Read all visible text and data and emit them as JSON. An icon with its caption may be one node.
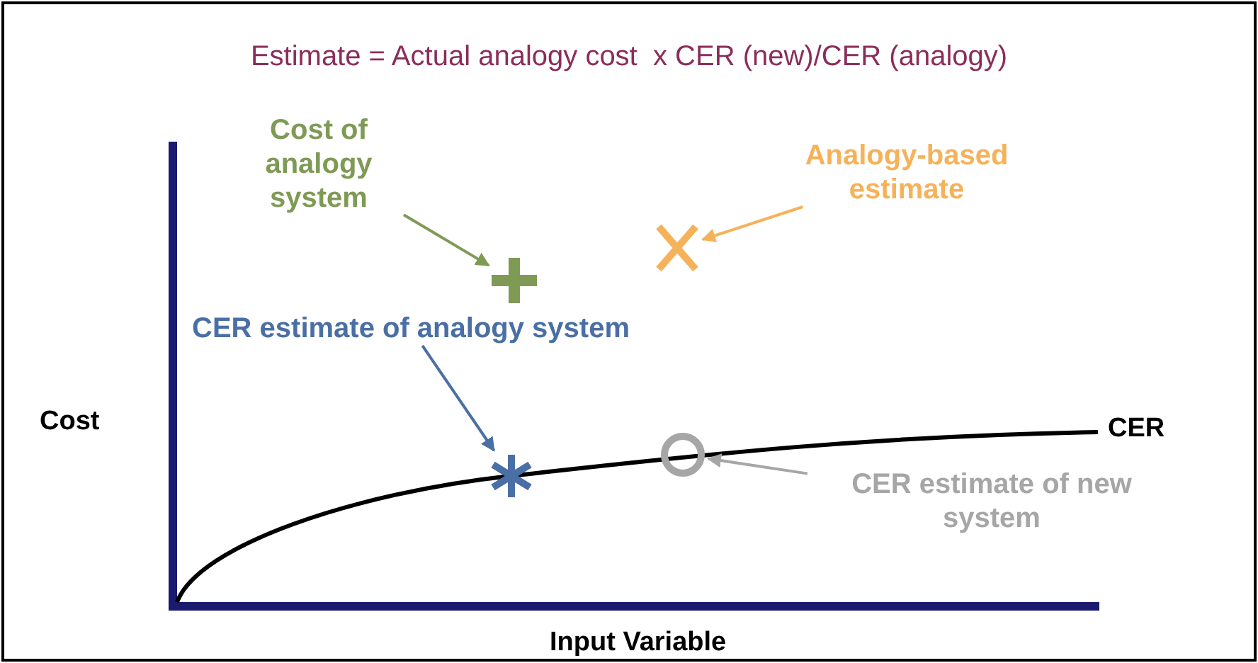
{
  "diagram": {
    "title": "Estimate = Actual analogy cost  x CER (new)/CER (analogy)",
    "nodes": [
      {
        "text": [
          "Cost of analogy system"
        ]
      },
      {
        "text": [],
        "shape": "plus"
      },
      {
        "text": [
          "Analogy-based estimate"
        ]
      },
      {
        "text": [],
        "shape": "cross"
      },
      {
        "text": [
          "CER estimate of analogy system"
        ]
      },
      {
        "text": [],
        "shape": "asterisk"
      },
      {
        "text": [
          "CER estimate of new system"
        ]
      },
      {
        "text": [],
        "shape": "circle"
      }
    ],
    "edges": [
      {
        "from": 0,
        "to": 1,
        "arrow": "to",
        "color": "#7f9a55"
      },
      {
        "from": 2,
        "to": 3,
        "arrow": "to",
        "color": "#f5b25a"
      },
      {
        "from": 4,
        "to": 5,
        "arrow": "to",
        "color": "#4a6fa5"
      },
      {
        "from": 6,
        "to": 7,
        "arrow": "to",
        "color": "#a6a6a6"
      }
    ],
    "labels": [
      "Cost",
      "CER",
      "Input Variable"
    ]
  }
}
